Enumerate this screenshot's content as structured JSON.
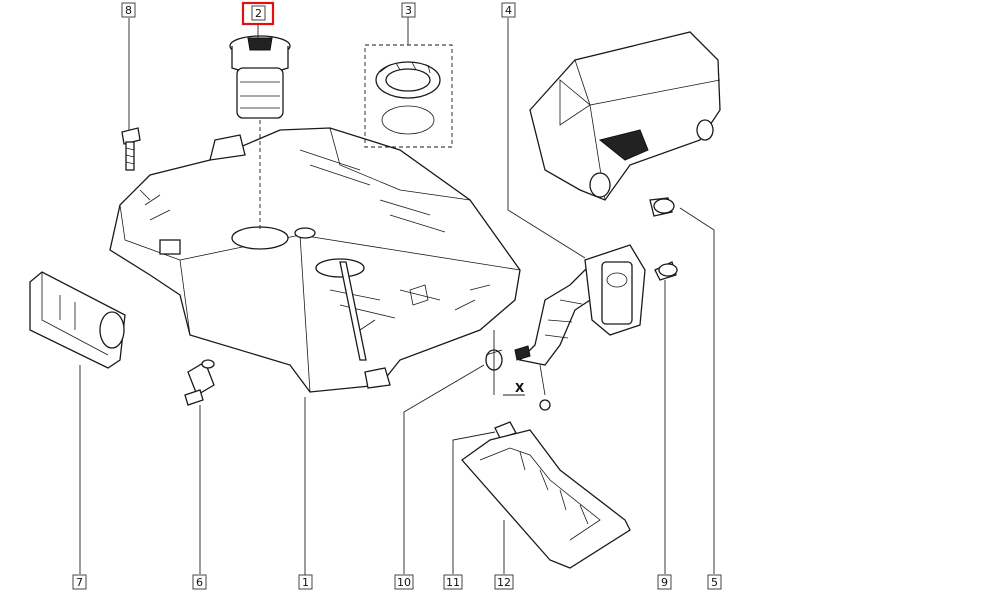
{
  "diagram": {
    "callouts": [
      {
        "id": "c1",
        "label": "1",
        "highlighted": false
      },
      {
        "id": "c2",
        "label": "2",
        "highlighted": true
      },
      {
        "id": "c3",
        "label": "3",
        "highlighted": false
      },
      {
        "id": "c4",
        "label": "4",
        "highlighted": false
      },
      {
        "id": "c5",
        "label": "5",
        "highlighted": false
      },
      {
        "id": "c6",
        "label": "6",
        "highlighted": false
      },
      {
        "id": "c7",
        "label": "7",
        "highlighted": false
      },
      {
        "id": "c8",
        "label": "8",
        "highlighted": false
      },
      {
        "id": "c9",
        "label": "9",
        "highlighted": false
      },
      {
        "id": "c10",
        "label": "10",
        "highlighted": false
      },
      {
        "id": "c11",
        "label": "11",
        "highlighted": false
      },
      {
        "id": "c12",
        "label": "12",
        "highlighted": false
      }
    ],
    "detail_marker": "X",
    "colors": {
      "highlight": "#e01010",
      "line": "#1a1a1a",
      "background": "#ffffff"
    }
  }
}
